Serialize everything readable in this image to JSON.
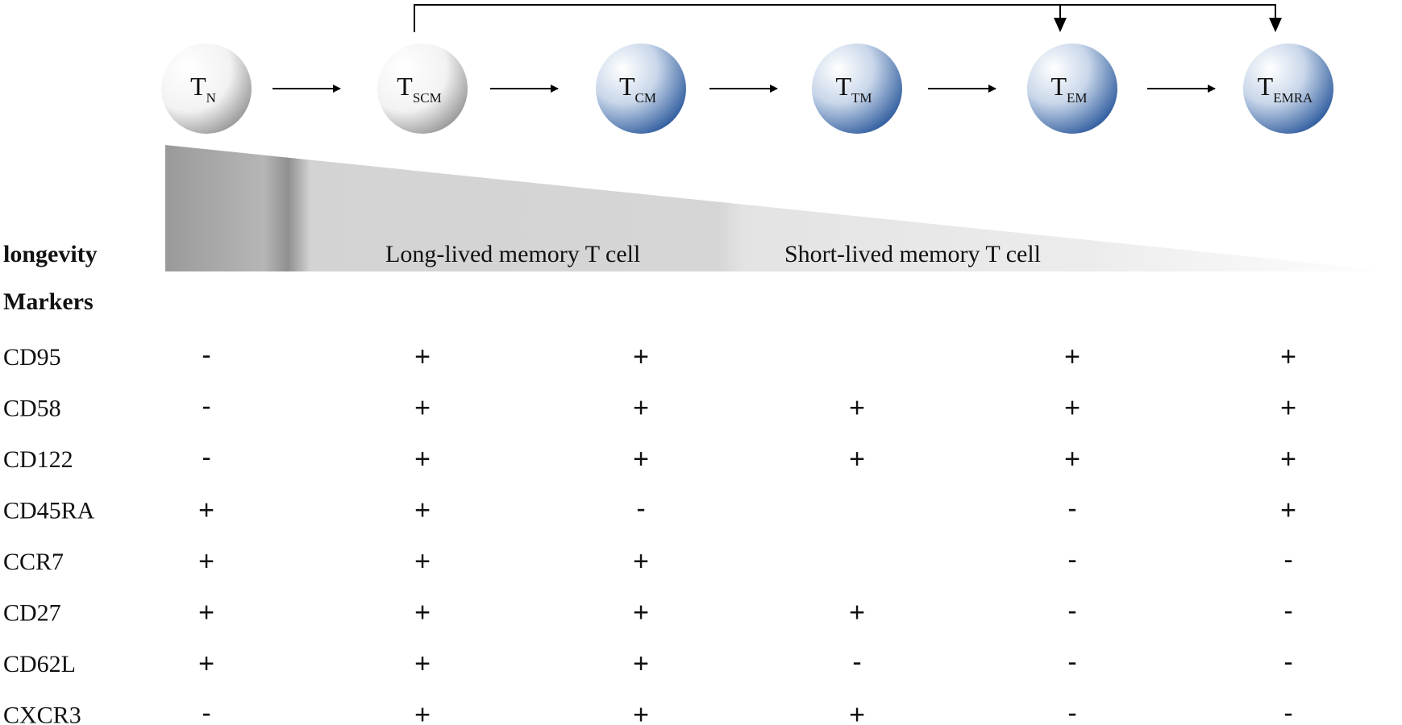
{
  "cells": [
    {
      "base": "T",
      "sub": "N",
      "style": "grey"
    },
    {
      "base": "T",
      "sub": "SCM",
      "style": "grey"
    },
    {
      "base": "T",
      "sub": "CM",
      "style": "blue"
    },
    {
      "base": "T",
      "sub": "TM",
      "style": "blue"
    },
    {
      "base": "T",
      "sub": "EM",
      "style": "blue"
    },
    {
      "base": "T",
      "sub": "EMRA",
      "style": "blue"
    }
  ],
  "longevity": {
    "label": "longevity",
    "long_lived": "Long-lived memory T cell",
    "short_lived": "Short-lived memory T cell"
  },
  "markers": {
    "heading": "Markers",
    "rows": [
      {
        "name": "CD95",
        "values": [
          "-",
          "+",
          "+",
          "",
          "+",
          "+"
        ]
      },
      {
        "name": "CD58",
        "values": [
          "-",
          "+",
          "+",
          "+",
          "+",
          "+"
        ]
      },
      {
        "name": "CD122",
        "values": [
          "-",
          "+",
          "+",
          "+",
          "+",
          "+"
        ]
      },
      {
        "name": "CD45RA",
        "values": [
          "+",
          "+",
          "-",
          "",
          "-",
          "+"
        ]
      },
      {
        "name": "CCR7",
        "values": [
          "+",
          "+",
          "+",
          "",
          "-",
          "-"
        ]
      },
      {
        "name": "CD27",
        "values": [
          "+",
          "+",
          "+",
          "+",
          "-",
          "-"
        ]
      },
      {
        "name": "CD62L",
        "values": [
          "+",
          "+",
          "+",
          "-",
          "-",
          "-"
        ]
      },
      {
        "name": "CXCR3",
        "values": [
          "-",
          "+",
          "+",
          "+",
          "-",
          "-"
        ]
      }
    ]
  },
  "colors": {
    "blue_dark": "#1f4f96",
    "grey_dark": "#8c8c8c"
  }
}
